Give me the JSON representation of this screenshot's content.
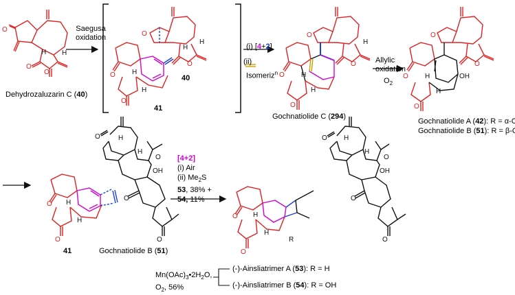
{
  "colors": {
    "red": "#e02020",
    "black": "#111111",
    "magenta": "#d400d4",
    "blue": "#1a3fd6",
    "gold": "#c9a100"
  },
  "compounds": {
    "dehydrozaluzarin_name": "Dehydrozaluzarin C",
    "dehydrozaluzarin_num": "40",
    "intermediate_40": "40",
    "intermediate_41": "41",
    "gochnatiolide_c_name": "Gochnatiolide C",
    "gochnatiolide_c_num": "294",
    "gochnatiolide_a_name": "Gochnatiolide A",
    "gochnatiolide_a_num": "42",
    "gochnatiolide_a_r": "R = α-OH",
    "gochnatiolide_b_name": "Gochnatiolide B",
    "gochnatiolide_b_num": "51",
    "gochnatiolide_b_r": "R = β-OH",
    "row2_41": "41",
    "ainsliatrimer_a_name": "(-)-Ainsliatrimer A",
    "ainsliatrimer_a_num": "53",
    "ainsliatrimer_a_r": "R = H",
    "ainsliatrimer_b_name": "(-)-Ainsliatrimer B",
    "ainsliatrimer_b_num": "54",
    "ainsliatrimer_b_r": "R = OH"
  },
  "conditions": {
    "saegusa_1": "Saegusa",
    "saegusa_2": "oxidation",
    "step_i": "(i) [4+2]",
    "step_ii": "(ii)",
    "isomeriz": "Isomeriz",
    "isomeriz_sup": "n",
    "allylic_1": "Allylic",
    "allylic_2": "oxidation",
    "o2": "O",
    "o2_sub": "2",
    "row2_cycloadd": "[4+2]",
    "row2_i": "(i) Air",
    "row2_ii": "(ii) Me",
    "row2_ii_sub": "2",
    "row2_ii_s": "S",
    "yield_53_num": "53",
    "yield_53": ", 38% +",
    "yield_54_num": "54,",
    "yield_54": " 11%",
    "mn_1": "Mn(OAc)",
    "mn_1_sub": "3",
    "mn_1_rest": "•2H",
    "mn_1_sub2": "2",
    "mn_1_end": "O,",
    "mn_2": "O",
    "mn_2_sub": "2",
    "mn_2_rest": ", 56%"
  },
  "atom_labels": {
    "O": "O",
    "H": "H",
    "OH": "OH",
    "R": "R"
  }
}
